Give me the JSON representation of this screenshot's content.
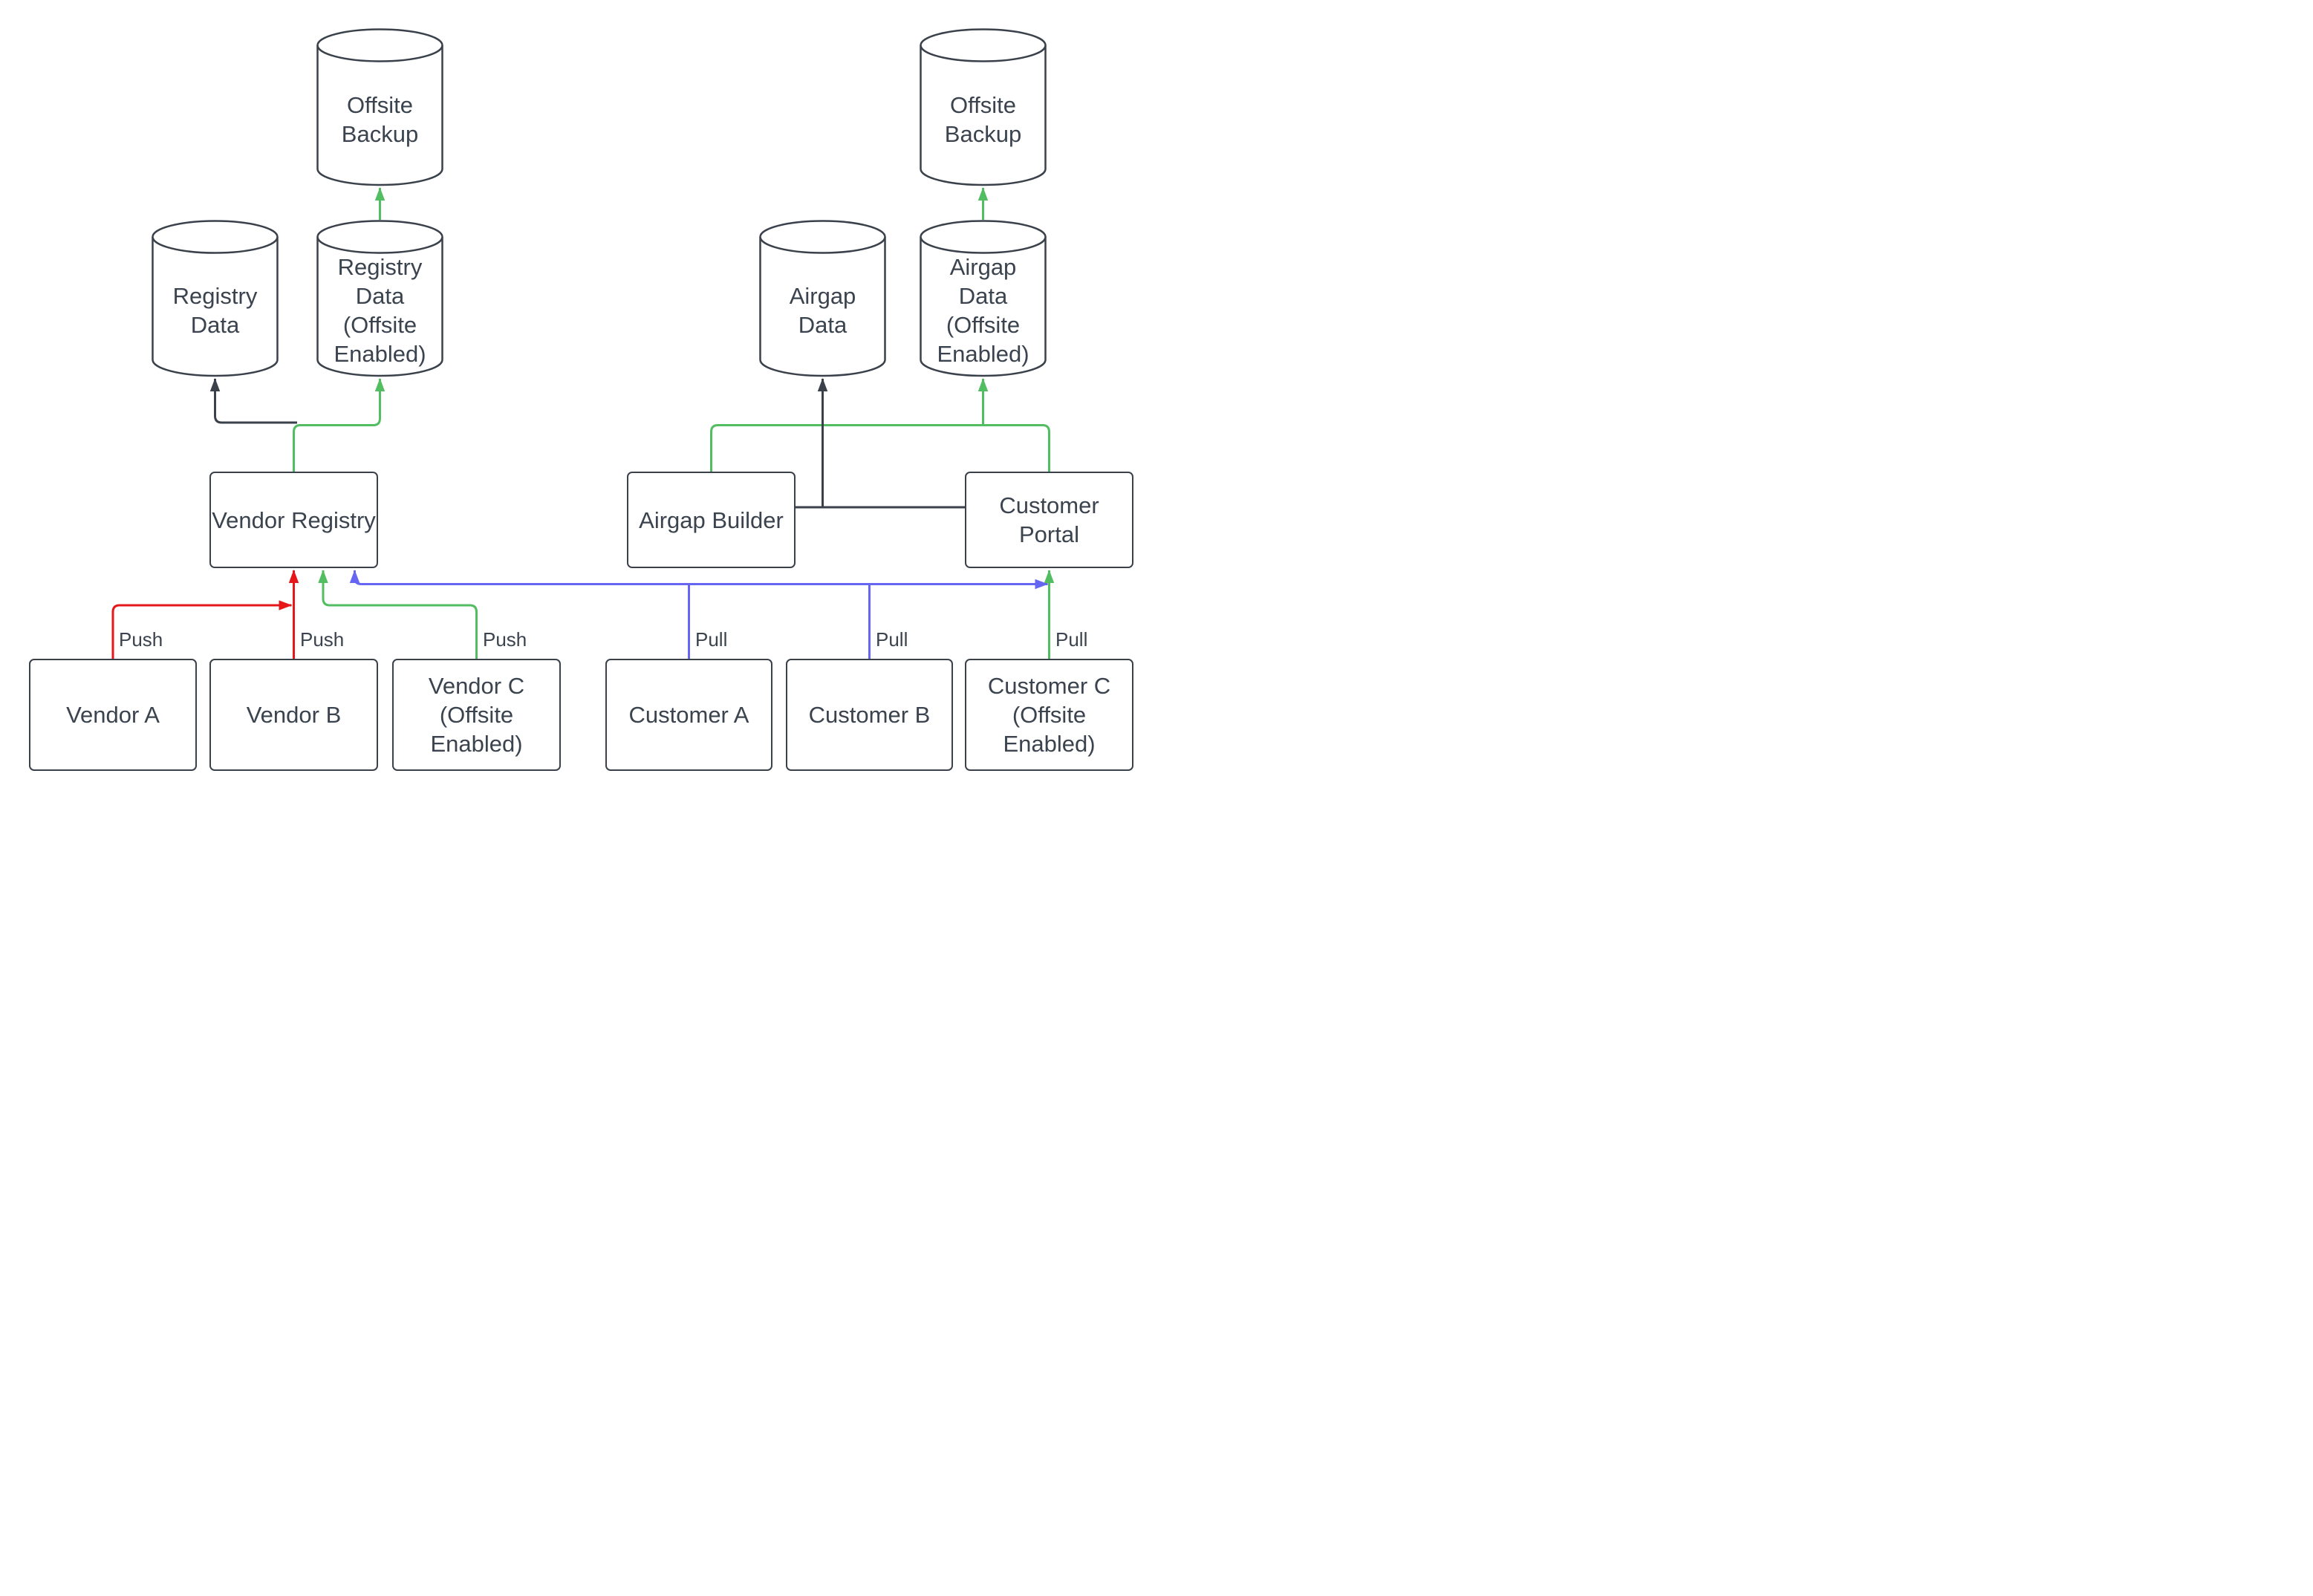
{
  "diagram": {
    "colors": {
      "accent_red": "#E61718",
      "accent_green": "#53BD61",
      "accent_blue": "#6666F2",
      "dark": "#3A414B"
    },
    "nodes": {
      "offsite_backup_left": {
        "label": "Offsite Backup",
        "type": "cylinder"
      },
      "registry_data": {
        "label": "Registry Data",
        "type": "cylinder"
      },
      "registry_data_offsite": {
        "label": "Registry Data (Offsite Enabled)",
        "type": "cylinder"
      },
      "airgap_data": {
        "label": "Airgap Data",
        "type": "cylinder"
      },
      "airgap_data_offsite": {
        "label": "Airgap Data (Offsite Enabled)",
        "type": "cylinder"
      },
      "offsite_backup_right": {
        "label": "Offsite Backup",
        "type": "cylinder"
      },
      "vendor_registry": {
        "label": "Vendor Registry",
        "type": "process"
      },
      "airgap_builder": {
        "label": "Airgap Builder",
        "type": "process"
      },
      "customer_portal": {
        "label": "Customer Portal",
        "type": "process"
      },
      "vendor_a": {
        "label": "Vendor A",
        "type": "actor"
      },
      "vendor_b": {
        "label": "Vendor B",
        "type": "actor"
      },
      "vendor_c": {
        "label": "Vendor C (Offsite Enabled)",
        "type": "actor"
      },
      "customer_a": {
        "label": "Customer A",
        "type": "actor"
      },
      "customer_b": {
        "label": "Customer B",
        "type": "actor"
      },
      "customer_c": {
        "label": "Customer C (Offsite Enabled)",
        "type": "actor"
      }
    },
    "edges": [
      {
        "from": "vendor_a",
        "to": "vendor_registry",
        "label": "Push",
        "color": "red"
      },
      {
        "from": "vendor_b",
        "to": "vendor_registry",
        "label": "Push",
        "color": "red"
      },
      {
        "from": "vendor_c",
        "to": "vendor_registry",
        "label": "Push",
        "color": "green"
      },
      {
        "from": "customer_a",
        "to": "vendor_registry",
        "label": "Pull",
        "color": "blue"
      },
      {
        "from": "customer_b",
        "to": "vendor_registry",
        "label": "Pull",
        "color": "blue"
      },
      {
        "from": "customer_c",
        "to": "customer_portal",
        "label": "Pull",
        "color": "green"
      },
      {
        "from": "vendor_registry",
        "to": "registry_data",
        "color": "dark"
      },
      {
        "from": "vendor_registry",
        "to": "registry_data_offsite",
        "color": "green"
      },
      {
        "from": "registry_data_offsite",
        "to": "offsite_backup_left",
        "color": "green"
      },
      {
        "from": "airgap_builder",
        "to": "airgap_data",
        "color": "dark"
      },
      {
        "from": "customer_portal",
        "to": "airgap_data",
        "color": "dark"
      },
      {
        "from": "airgap_builder",
        "to": "airgap_data_offsite",
        "color": "green"
      },
      {
        "from": "customer_portal",
        "to": "airgap_data_offsite",
        "color": "green"
      },
      {
        "from": "airgap_data_offsite",
        "to": "offsite_backup_right",
        "color": "green"
      }
    ]
  }
}
